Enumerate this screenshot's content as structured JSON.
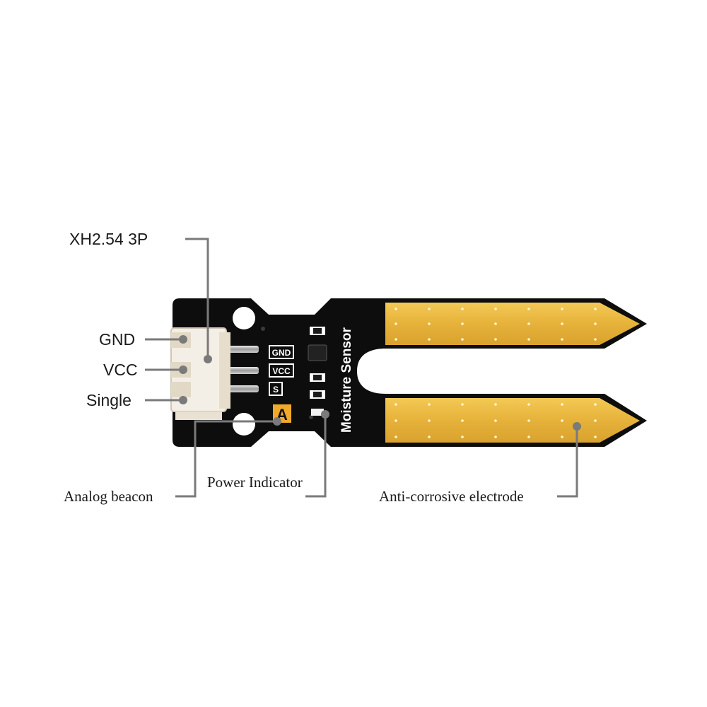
{
  "callouts": {
    "connector": "XH2.54 3P",
    "gnd": "GND",
    "vcc": "VCC",
    "signal": "Single",
    "analog": "Analog beacon",
    "power": "Power Indicator",
    "electrode": "Anti-corrosive electrode"
  },
  "board": {
    "title": "Moisture Sensor",
    "pin_gnd": "GND",
    "pin_vcc": "VCC",
    "pin_s": "S",
    "analog_mark": "A"
  },
  "colors": {
    "pcb": "#0d0d0d",
    "gold": "#e9b53d",
    "connector": "#f4efe6",
    "leader": "#7a7a7a"
  }
}
